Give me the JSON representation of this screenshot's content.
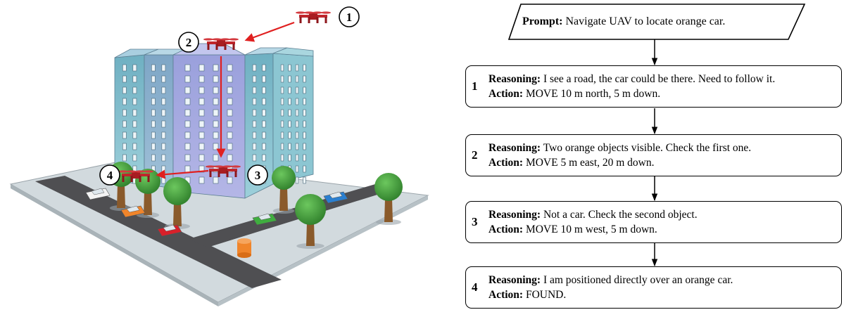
{
  "prompt": {
    "label": "Prompt:",
    "text": "Navigate UAV to locate orange car."
  },
  "steps": [
    {
      "num": "1",
      "reasoning_label": "Reasoning:",
      "reasoning": "I see a road, the car could be there. Need to follow it.",
      "action_label": "Action:",
      "action": "MOVE 10 m north, 5 m down."
    },
    {
      "num": "2",
      "reasoning_label": "Reasoning:",
      "reasoning": "Two orange objects visible. Check the first one.",
      "action_label": "Action:",
      "action": "MOVE 5 m east, 20 m down."
    },
    {
      "num": "3",
      "reasoning_label": "Reasoning:",
      "reasoning": "Not a car. Check the second object.",
      "action_label": "Action:",
      "action": "MOVE 10 m west, 5 m down."
    },
    {
      "num": "4",
      "reasoning_label": "Reasoning:",
      "reasoning": "I am positioned directly over an orange car.",
      "action_label": "Action:",
      "action": "FOUND."
    }
  ],
  "scene": {
    "markers": [
      "1",
      "2",
      "3",
      "4"
    ],
    "colors": {
      "drone": "#c0262c",
      "arrow": "#e02020",
      "building": "#8ab4cc",
      "tree": "#3f9a3a",
      "road": "#4a4a4a",
      "ground": "#c9d3d9",
      "orange_car": "#f0852b"
    }
  }
}
